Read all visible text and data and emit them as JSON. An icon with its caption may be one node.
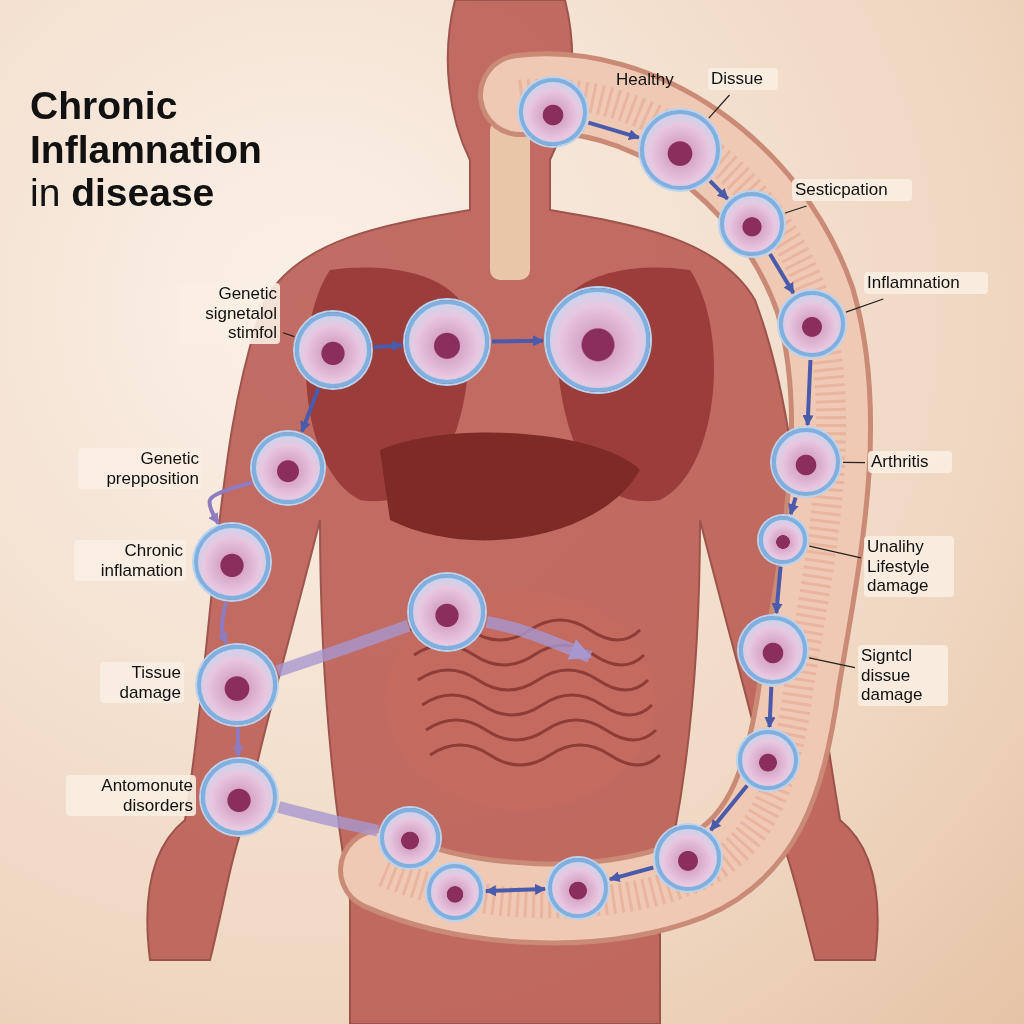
{
  "diagram": {
    "title": "**Chronic Inflamnation** in **disease**",
    "nodes": [
      {
        "text": [
          "Genetic signetalol stimfol"
        ]
      },
      {
        "text": [],
        "shape": "circle"
      },
      {
        "text": [],
        "shape": "circle"
      },
      {
        "text": [],
        "shape": "circle"
      },
      {
        "text": [
          "Genetic prepposition"
        ]
      },
      {
        "text": [],
        "shape": "circle"
      },
      {
        "text": [
          "Chronic inflamation"
        ]
      },
      {
        "text": [],
        "shape": "circle"
      },
      {
        "text": [
          "Tissue damage"
        ]
      },
      {
        "text": [],
        "shape": "circle"
      },
      {
        "text": [
          "Antomonute disorders"
        ]
      },
      {
        "text": [],
        "shape": "circle"
      },
      {
        "text": [],
        "shape": "circle"
      },
      {
        "text": [],
        "shape": "circle"
      },
      {
        "text": [
          "Dissue"
        ]
      },
      {
        "text": [],
        "shape": "circle"
      },
      {
        "text": [
          "Sesticpation"
        ]
      },
      {
        "text": [],
        "shape": "circle"
      },
      {
        "text": [
          "Inflamnation"
        ]
      },
      {
        "text": [],
        "shape": "circle"
      },
      {
        "text": [
          "Arthritis"
        ]
      },
      {
        "text": [],
        "shape": "circle"
      },
      {
        "text": [
          "Unalihy Lifestyle damage"
        ]
      },
      {
        "text": [],
        "shape": "circle"
      },
      {
        "text": [
          "Signtcl dissue damage"
        ]
      },
      {
        "text": [],
        "shape": "circle"
      },
      {
        "text": [],
        "shape": "circle"
      },
      {
        "text": [],
        "shape": "circle"
      },
      {
        "text": [],
        "shape": "circle"
      },
      {
        "text": [],
        "shape": "circle"
      },
      {
        "text": [],
        "shape": "circle"
      }
    ],
    "edges": [
      {
        "from": 0,
        "to": 1,
        "arrow": "none",
        "color": "#222222"
      },
      {
        "from": 1,
        "to": 2,
        "arrow": "to",
        "color": "#4b5bab"
      },
      {
        "from": 2,
        "to": 3,
        "arrow": "to",
        "color": "#4b5bab"
      },
      {
        "from": 1,
        "to": 5,
        "arrow": "to",
        "color": "#4b5bab"
      },
      {
        "from": 5,
        "to": 7,
        "arrow": "to",
        "color": "#8f7cc0"
      },
      {
        "from": 7,
        "to": 9,
        "arrow": "to",
        "color": "#8f7cc0"
      },
      {
        "from": 9,
        "to": 11,
        "arrow": "to",
        "color": "#8f7cc0"
      },
      {
        "from": 12,
        "to": null,
        "arrow": "to",
        "style": "thick",
        "color": "#a897cf"
      },
      {
        "from": 9,
        "to": 12,
        "arrow": "none",
        "style": "thick",
        "color": "#a897cf"
      },
      {
        "from": 11,
        "to": 30,
        "arrow": "none",
        "style": "thick",
        "color": "#a897cf"
      },
      {
        "from": 13,
        "to": 15,
        "arrow": "to",
        "color": "#4b5bab"
      },
      {
        "from": 14,
        "to": 15,
        "arrow": "none",
        "color": "#222222"
      },
      {
        "from": 15,
        "to": 17,
        "arrow": "to",
        "color": "#4b5bab"
      },
      {
        "from": 16,
        "to": 17,
        "arrow": "none",
        "color": "#222222"
      },
      {
        "from": 17,
        "to": 19,
        "arrow": "to",
        "color": "#4b5bab"
      },
      {
        "from": 18,
        "to": 19,
        "arrow": "none",
        "color": "#222222"
      },
      {
        "from": 19,
        "to": 21,
        "arrow": "to",
        "color": "#4b5bab"
      },
      {
        "from": 20,
        "to": 21,
        "arrow": "none",
        "color": "#222222"
      },
      {
        "from": 21,
        "to": 23,
        "arrow": "to",
        "color": "#4b5bab"
      },
      {
        "from": 22,
        "to": 23,
        "arrow": "none",
        "color": "#222222"
      },
      {
        "from": 23,
        "to": 25,
        "arrow": "to",
        "color": "#4b5bab"
      },
      {
        "from": 24,
        "to": 25,
        "arrow": "none",
        "color": "#222222"
      },
      {
        "from": 25,
        "to": 26,
        "arrow": "to",
        "color": "#4b5bab"
      },
      {
        "from": 26,
        "to": 27,
        "arrow": "to",
        "color": "#4b5bab"
      },
      {
        "from": 27,
        "to": 28,
        "arrow": "to",
        "color": "#4b5bab"
      },
      {
        "from": 29,
        "to": 28,
        "arrow": "both",
        "color": "#4b5bab"
      }
    ],
    "labels": [
      "Healthy"
    ]
  }
}
